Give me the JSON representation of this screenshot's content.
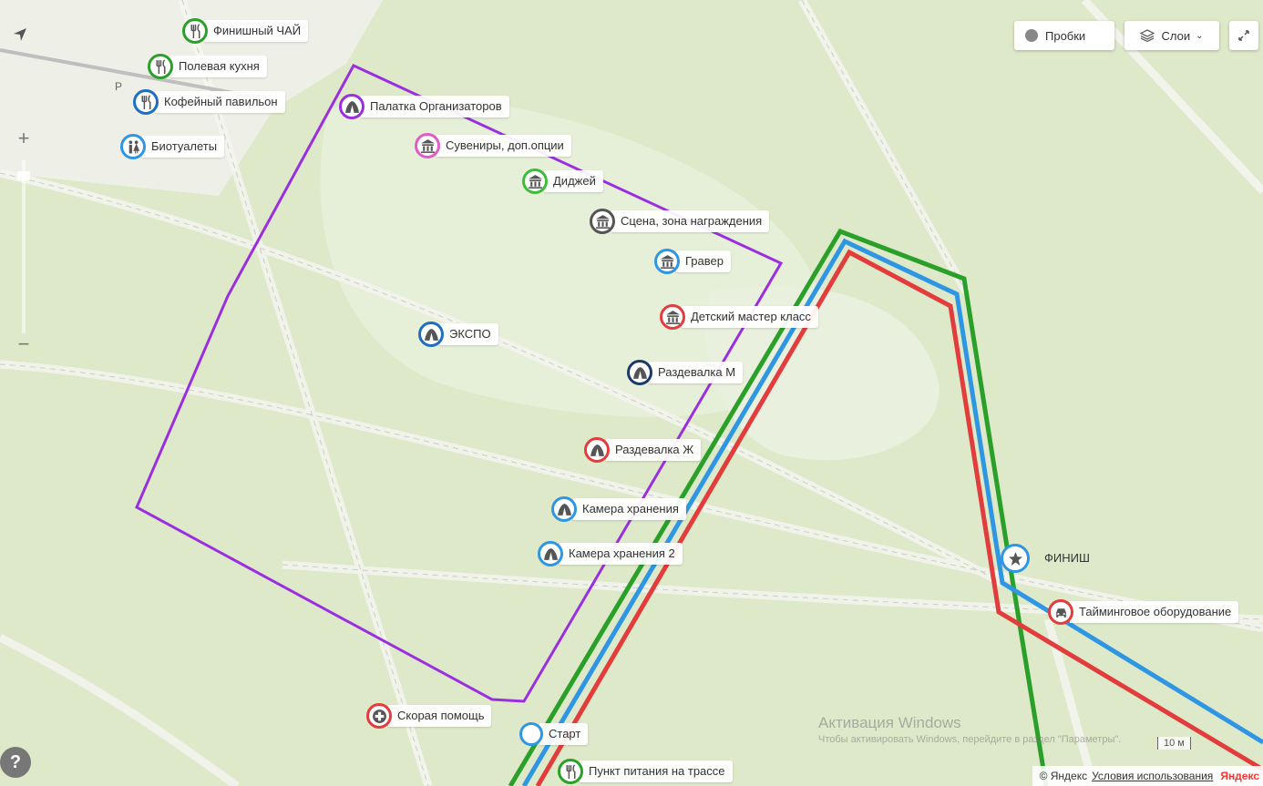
{
  "header_cut_text": "",
  "controls": {
    "traffic_label": "Пробки",
    "layers_label": "Слои",
    "zoom_in": "+",
    "zoom_out": "−"
  },
  "markers": [
    {
      "id": "finish-tea",
      "label": "Финишный ЧАЙ",
      "icon": "fork-knife-icon",
      "color": "#2aa02a"
    },
    {
      "id": "field-kitchen",
      "label": "Полевая кухня",
      "icon": "fork-knife-icon",
      "color": "#2aa02a"
    },
    {
      "id": "coffee-pavilion",
      "label": "Кофейный павильон",
      "icon": "fork-knife-icon",
      "color": "#1e6fbf"
    },
    {
      "id": "biotoilets",
      "label": "Биотуалеты",
      "icon": "restroom-icon",
      "color": "#2f96e4"
    },
    {
      "id": "organizers-tent",
      "label": "Палатка Организаторов",
      "icon": "tent-icon",
      "color": "#9b2fe0"
    },
    {
      "id": "souvenirs",
      "label": "Сувениры, доп.опции",
      "icon": "building-icon",
      "color": "#e05cc6"
    },
    {
      "id": "dj",
      "label": "Диджей",
      "icon": "building-icon",
      "color": "#3bbf3b"
    },
    {
      "id": "stage",
      "label": "Сцена, зона награждения",
      "icon": "building-icon",
      "color": "#555555"
    },
    {
      "id": "engraver",
      "label": "Гравер",
      "icon": "building-icon",
      "color": "#2f96e4"
    },
    {
      "id": "kids-class",
      "label": "Детский мастер класс",
      "icon": "building-icon",
      "color": "#e23c3c"
    },
    {
      "id": "expo",
      "label": "ЭКСПО",
      "icon": "tent-icon",
      "color": "#1e6fbf"
    },
    {
      "id": "changing-m",
      "label": "Раздевалка М",
      "icon": "tent-icon",
      "color": "#1a3a6b"
    },
    {
      "id": "changing-w",
      "label": "Раздевалка Ж",
      "icon": "tent-icon",
      "color": "#e23c3c"
    },
    {
      "id": "storage",
      "label": "Камера хранения",
      "icon": "tent-icon",
      "color": "#2f96e4"
    },
    {
      "id": "storage-2",
      "label": "Камера хранения 2",
      "icon": "tent-icon",
      "color": "#2f96e4"
    },
    {
      "id": "ambulance",
      "label": "Скорая помощь",
      "icon": "medical-cross-icon",
      "color": "#e23c3c"
    },
    {
      "id": "start",
      "label": "Старт",
      "icon": "pin-icon",
      "color": "#2f96e4"
    },
    {
      "id": "food-point",
      "label": "Пункт питания на трассе",
      "icon": "fork-knife-icon",
      "color": "#2aa02a"
    },
    {
      "id": "finish",
      "label": "ФИНИШ",
      "icon": "star-icon",
      "color": "#2f96e4"
    },
    {
      "id": "timing",
      "label": "Тайминговое оборудование",
      "icon": "car-icon",
      "color": "#e23c3c"
    }
  ],
  "colors": {
    "zone_outline": "#9b2fe0",
    "route_green": "#2aa02a",
    "route_blue": "#2f96e4",
    "route_red": "#e23c3c"
  },
  "parking_label": "P",
  "watermark": {
    "line1": "Активация Windows",
    "line2": "Чтобы активировать Windows, перейдите в раздел \"Параметры\"."
  },
  "scale_label": "10 м",
  "copyright": {
    "text": "© Яндекс",
    "terms_link": "Условия использования",
    "brand": "Яндекс"
  }
}
